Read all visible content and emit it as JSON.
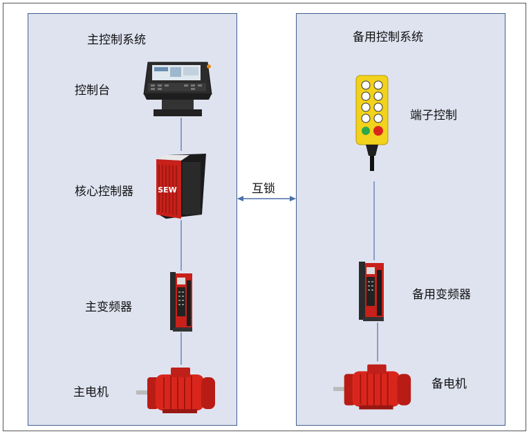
{
  "main_system": {
    "title": "主控制系统",
    "console": "控制台",
    "core_controller": "核心控制器",
    "main_vfd": "主变频器",
    "main_motor": "主电机"
  },
  "backup_system": {
    "title": "备用控制系统",
    "terminal_control": "端子控制",
    "backup_vfd": "备用变频器",
    "backup_motor": "备电机"
  },
  "interlock_label": "互锁",
  "controller_brand": "SEW",
  "colors": {
    "panel_fill": "#dfe3f0",
    "panel_border": "#3f5f8f",
    "connector": "#4a6fa8",
    "device_red": "#d9261c"
  }
}
